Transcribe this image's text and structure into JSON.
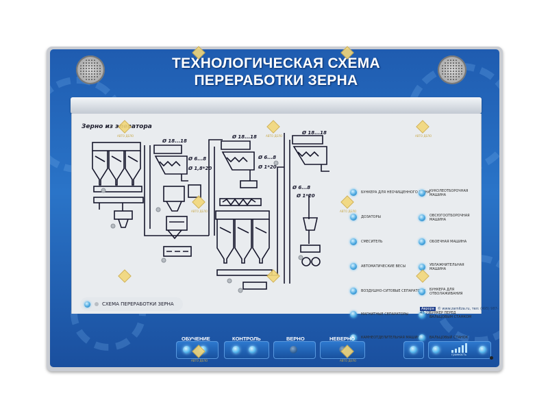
{
  "board": {
    "title_line1": "ТЕХНОЛОГИЧЕСКАЯ СХЕМА",
    "title_line2": "ПЕРЕРАБОТКИ ЗЕРНА",
    "caption": "СХЕМА ПЕРЕРАБОТКИ ЗЕРНА",
    "footer_brand": "Аврора",
    "footer_contact": "© www.zarnitza.ru, тел: (495) 987-47-20"
  },
  "diagram": {
    "title": "Зерно из элеватора",
    "labels": [
      "Ø 18...18",
      "Ø 6...8",
      "Ø 18...18",
      "Ø 6...8",
      "Ø 1,8*20",
      "Ø 1*20",
      "Ø 18...18",
      "Ø 6...8",
      "Ø 1*20"
    ]
  },
  "legend": {
    "left": [
      "БУНКЕРА ДЛЯ НЕОЧИЩЕННОГО ЗЕРНА",
      "ДОЗАТОРЫ",
      "СМЕСИТЕЛЬ",
      "АВТОМАТИЧЕСКИЕ ВЕСЫ",
      "ВОЗДУШНО-СИТОВЫЕ СЕПАРАТОРЫ",
      "МАГНИТНЫЕ СЕПАРАТОРЫ",
      "КАМНЕОТДЕЛИТЕЛЬНАЯ МАШИНА"
    ],
    "right": [
      "КУКОЛЕОТБОРОЧНАЯ МАШИНА",
      "ОВСЮГООТБОРОЧНАЯ МАШИНА",
      "ОБОЕЧНАЯ МАШИНА",
      "УВЛАЖНИТЕЛЬНАЯ МАШИНА",
      "БУНКЕРА ДЛЯ ОТВОЛАЖИВАНИЯ",
      "БУНКЕР ПЕРЕД ВАЛЬЦОВЫМ СТАНКОМ",
      "ВАЛЬЦОВЫЙ СТАНОК"
    ]
  },
  "controls": {
    "mode_buttons": [
      "ОБУЧЕНИЕ",
      "КОНТРОЛЬ",
      "ВЕРНО",
      "НЕВЕРНО"
    ],
    "volume_label": "громкость"
  },
  "watermark": {
    "brand": "АВТО ДЕЛО"
  }
}
